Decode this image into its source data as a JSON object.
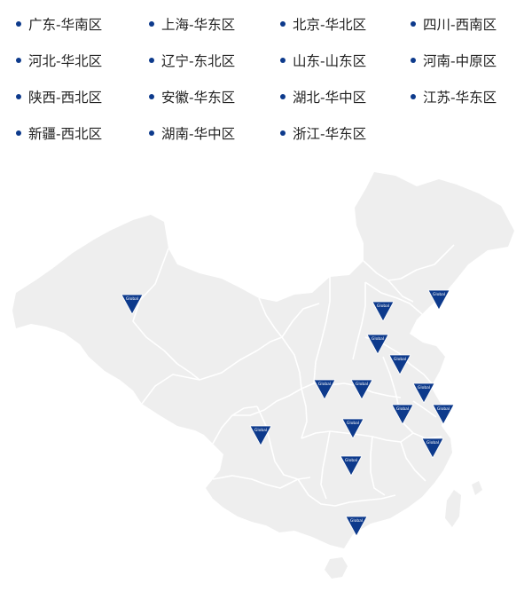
{
  "colors": {
    "accent": "#0d3a8c",
    "land": "#eeeeee",
    "border": "#ffffff",
    "text": "#222222"
  },
  "legend": {
    "items": [
      {
        "label": "广东-华南区"
      },
      {
        "label": "上海-华东区"
      },
      {
        "label": "北京-华北区"
      },
      {
        "label": "四川-西南区"
      },
      {
        "label": "河北-华北区"
      },
      {
        "label": "辽宁-东北区"
      },
      {
        "label": "山东-山东区"
      },
      {
        "label": "河南-中原区"
      },
      {
        "label": "陕西-西北区"
      },
      {
        "label": "安徽-华东区"
      },
      {
        "label": "湖北-华中区"
      },
      {
        "label": "江苏-华东区"
      },
      {
        "label": "新疆-西北区"
      },
      {
        "label": "湖南-华中区"
      },
      {
        "label": "浙江-华东区"
      }
    ]
  },
  "map": {
    "marker_icon": "inverted-triangle-pin",
    "marker_text": "Global",
    "markers": [
      "新疆",
      "北京",
      "辽宁",
      "河北",
      "山东",
      "陕西",
      "河南",
      "江苏",
      "安徽",
      "上海",
      "四川",
      "湖北",
      "浙江",
      "湖南",
      "广东"
    ]
  }
}
